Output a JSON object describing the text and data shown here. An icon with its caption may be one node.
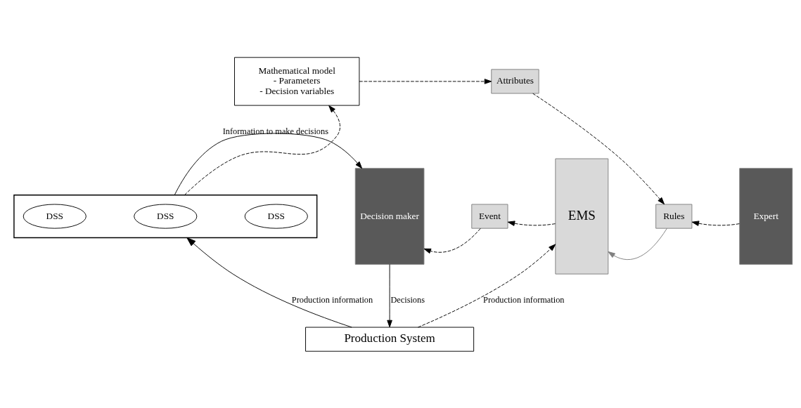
{
  "diagram": {
    "nodes": [
      {
        "text": [
          "Mathematical model",
          "- Parameters",
          "- Decision variables"
        ]
      },
      {
        "text": [
          "Attributes"
        ]
      },
      {
        "text": [],
        "shape": "box"
      },
      {
        "text": [
          "DSS"
        ],
        "in": 2
      },
      {
        "text": [
          "DSS"
        ],
        "in": 2
      },
      {
        "text": [
          "DSS"
        ],
        "in": 2
      },
      {
        "text": [
          "Decision maker"
        ]
      },
      {
        "text": [
          "Event"
        ]
      },
      {
        "text": [
          "EMS"
        ]
      },
      {
        "text": [
          "Rules"
        ]
      },
      {
        "text": [
          "Expert"
        ]
      },
      {
        "text": [
          "Production System"
        ]
      }
    ],
    "edges": [
      {
        "from": 2,
        "to": 0,
        "arrow": "to",
        "style": "dashed"
      },
      {
        "from": 0,
        "to": 1,
        "arrow": "to",
        "style": "dashed"
      },
      {
        "from": 1,
        "to": 9,
        "arrow": "to",
        "style": "dashed"
      },
      {
        "from": 10,
        "to": 9,
        "arrow": "to",
        "style": "dashed"
      },
      {
        "from": 9,
        "to": 8,
        "arrow": "to",
        "color": "#808080"
      },
      {
        "from": 8,
        "to": 7,
        "arrow": "to",
        "style": "dashed"
      },
      {
        "from": 7,
        "to": 6,
        "arrow": "to",
        "style": "dashed"
      },
      {
        "from": 2,
        "to": 6,
        "arrow": "to",
        "label": "Information to make decisions"
      },
      {
        "from": 6,
        "to": 11,
        "arrow": "to",
        "label": "Decisions"
      },
      {
        "from": 11,
        "to": 2,
        "arrow": "to",
        "label": "Production information"
      },
      {
        "from": 11,
        "to": 8,
        "arrow": "to",
        "style": "dashed",
        "label": "Production information"
      }
    ]
  }
}
